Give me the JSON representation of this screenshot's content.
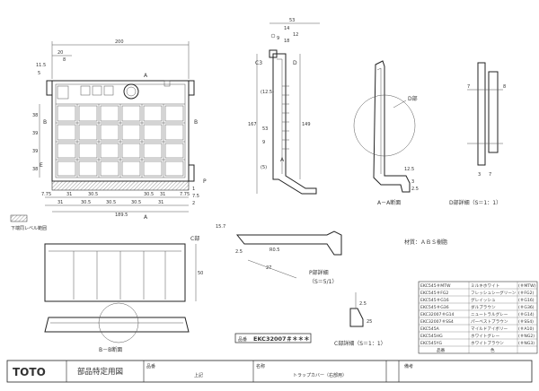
{
  "plan": {
    "dim_top": "200",
    "dim_20": "20",
    "dim_8": "8",
    "dim_115": "11.5",
    "dim_189_5": "189.5",
    "bottom_dims": [
      "7.75",
      "31",
      "30.5",
      "30.5",
      "31",
      "7.75"
    ],
    "bottom_dims2": [
      "31",
      "30.5",
      "30.5",
      "30.5",
      "31"
    ],
    "left_dims": [
      "38",
      "39",
      "39",
      "38"
    ],
    "label_B": "B",
    "label_A": "A",
    "label_P": "P",
    "label_E": "E",
    "dim_5": "5",
    "dim_1": "1",
    "dim_75": "7.5",
    "dim_2": "2"
  },
  "legend": {
    "text": "下端同レベル範囲"
  },
  "side": {
    "dims_top": [
      "53",
      "14",
      "12",
      "18",
      "9"
    ],
    "dim_167": "167",
    "dim_149": "149",
    "dim_9": "9",
    "dim_125": "(12.5)",
    "dim_5": "(5)",
    "dim_53": "53",
    "labels": [
      "C3",
      "A",
      "D"
    ]
  },
  "section_aa": {
    "label": "A－A断面",
    "detail": "D部",
    "dims": [
      "12.5",
      "3",
      "2.5"
    ]
  },
  "detail_d": {
    "label": "D部詳細（S＝1：1）",
    "dims": [
      "7",
      "8",
      "3",
      "7"
    ]
  },
  "front": {
    "label_c": "C部",
    "dim_50": "50",
    "dim_157": "15.7"
  },
  "section_bb": {
    "label": "B－B断面"
  },
  "detail_p": {
    "label": "P部詳細",
    "scale": "（S＝5/1）",
    "dims": [
      "27",
      "2.5",
      "R0.5"
    ]
  },
  "detail_c": {
    "label": "C部詳細（S＝1：1）",
    "dims": [
      "2.5",
      "25"
    ]
  },
  "stamp": {
    "prefix": "品番",
    "code": "EKC32007＃＊＊＊"
  },
  "material": "材質：ＡＢＳ樹脂",
  "color_table": {
    "rows": [
      [
        "EKC545＃MTW",
        "ミルキホワイト",
        "(＃MTW)"
      ],
      [
        "EKC545＃FG2",
        "フレッシュシーグリーン",
        "(＃FG2)"
      ],
      [
        "EKC545＃G16",
        "グレイッシュ",
        "(＃G16)"
      ],
      [
        "EKC545＃G36",
        "ダルブラウン",
        "(＃G36)"
      ],
      [
        "EKC32007＃G14",
        "ニュートラルグレー",
        "(＃G14)"
      ],
      [
        "EKC32007＃SS4",
        "パーベストブラウン",
        "(＃SS4)"
      ],
      [
        "EKC545A",
        "マイルドアイボリー",
        "(＃A10)"
      ],
      [
        "EKC545HG",
        "ホワイトグレー",
        "(＃NG2)"
      ],
      [
        "EKC545YG",
        "ホワイトブラウン",
        "(＃NG3)"
      ]
    ],
    "footer": [
      "品番",
      "色"
    ]
  },
  "title_block": {
    "logo": "TOTO",
    "title": "部品特定用図",
    "hinban_label": "品番",
    "hinban_value": "上記",
    "name_label": "名称",
    "name_value": "トラップカバー（右部用）",
    "note_label": "備考"
  }
}
